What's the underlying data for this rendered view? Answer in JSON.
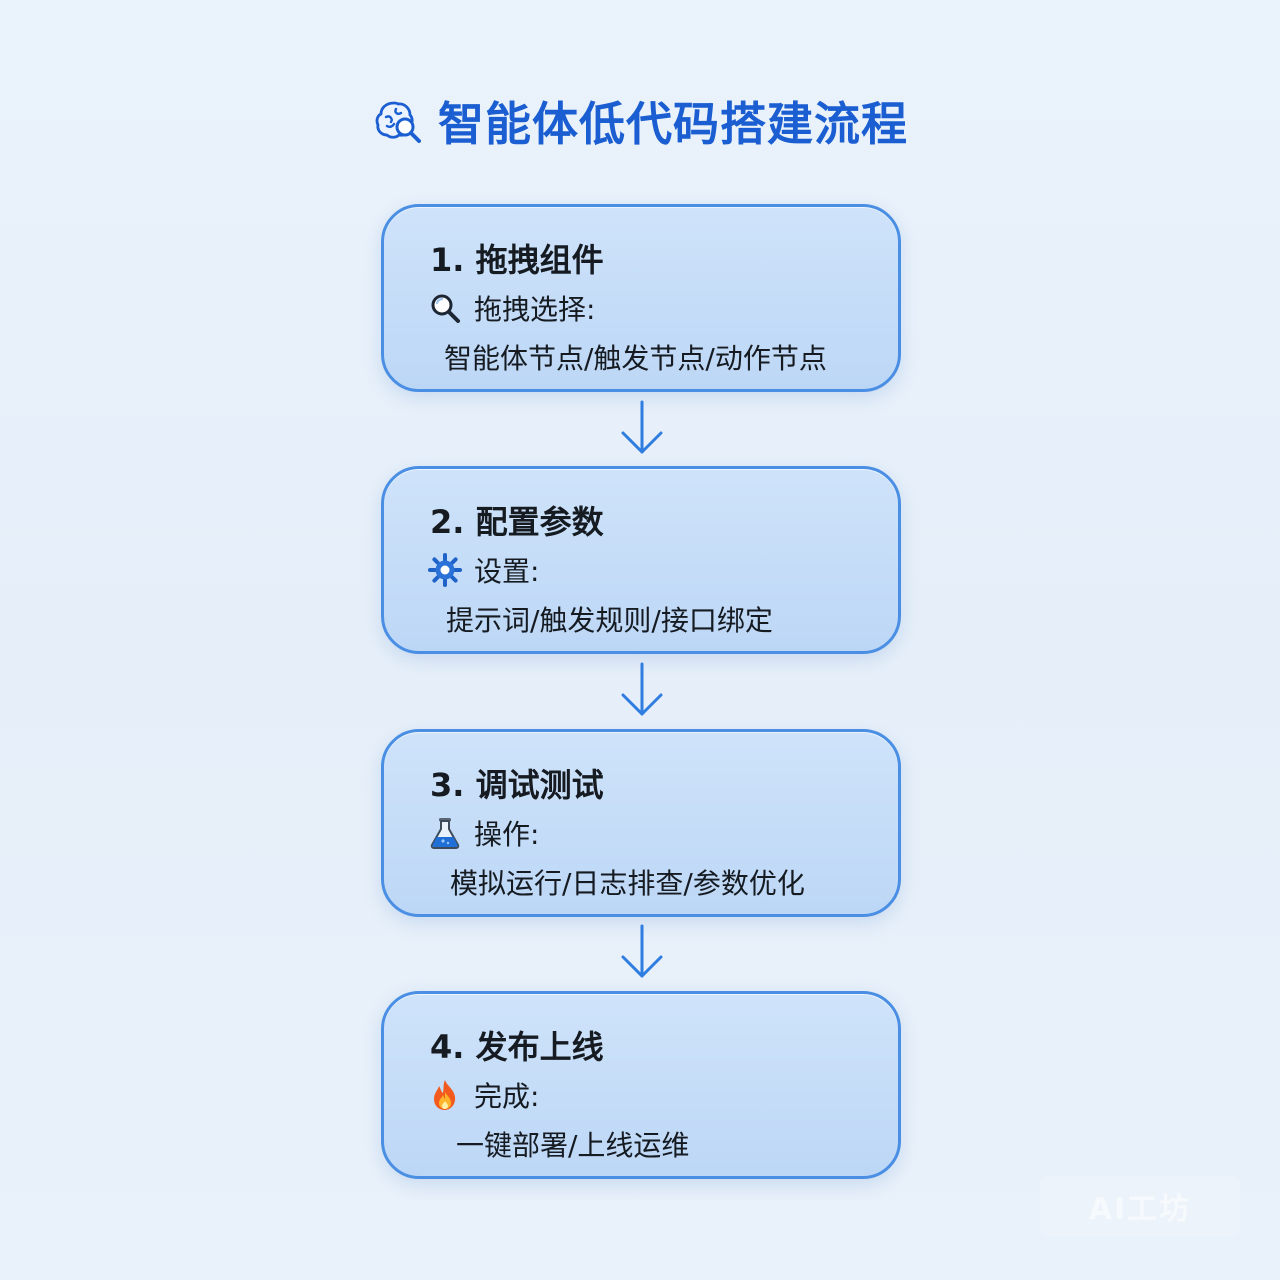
{
  "title": {
    "text": "智能体低代码搭建流程",
    "icon": "brain-magnifier-icon",
    "color": "#1a5ed1"
  },
  "steps": [
    {
      "title": "1. 拖拽组件",
      "icon": "magnifier-icon",
      "label": "拖拽选择:",
      "detail": "智能体节点/触发节点/动作节点"
    },
    {
      "title": "2. 配置参数",
      "icon": "gear-icon",
      "label": "设置:",
      "detail": "提示词/触发规则/接口绑定"
    },
    {
      "title": "3. 调试测试",
      "icon": "flask-icon",
      "label": "操作:",
      "detail": "模拟运行/日志排查/参数优化"
    },
    {
      "title": "4. 发布上线",
      "icon": "fire-icon",
      "label": "完成:",
      "detail": "一键部署/上线运维"
    }
  ],
  "arrows": [
    "arrow-down-icon",
    "arrow-down-icon",
    "arrow-down-icon"
  ],
  "watermark": "AI工坊",
  "colors": {
    "card_border": "#4a8fe4",
    "card_fill": "#c6ddf8",
    "arrow": "#2f7de0"
  }
}
